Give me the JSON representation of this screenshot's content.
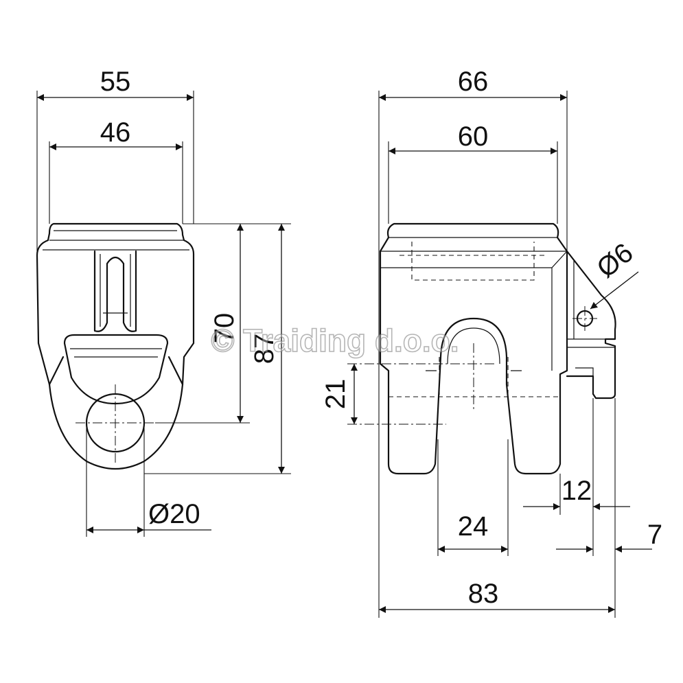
{
  "dimensions": {
    "front_overall_width": "55",
    "front_top_width": "46",
    "front_pin_height": "70",
    "front_overall_height": "87",
    "bore_diameter": "Ø20",
    "side_overall_width": "66",
    "side_top_width": "60",
    "hole_diameter": "Ø6",
    "slot_depth": "21",
    "slot_width": "24",
    "tab_width": "12",
    "tab_offset": "7",
    "side_overall_length": "83"
  },
  "watermark": "© Traiding d.o.o.",
  "colors": {
    "line": "#111111",
    "background": "#ffffff",
    "watermark": "#7a7a7a"
  }
}
